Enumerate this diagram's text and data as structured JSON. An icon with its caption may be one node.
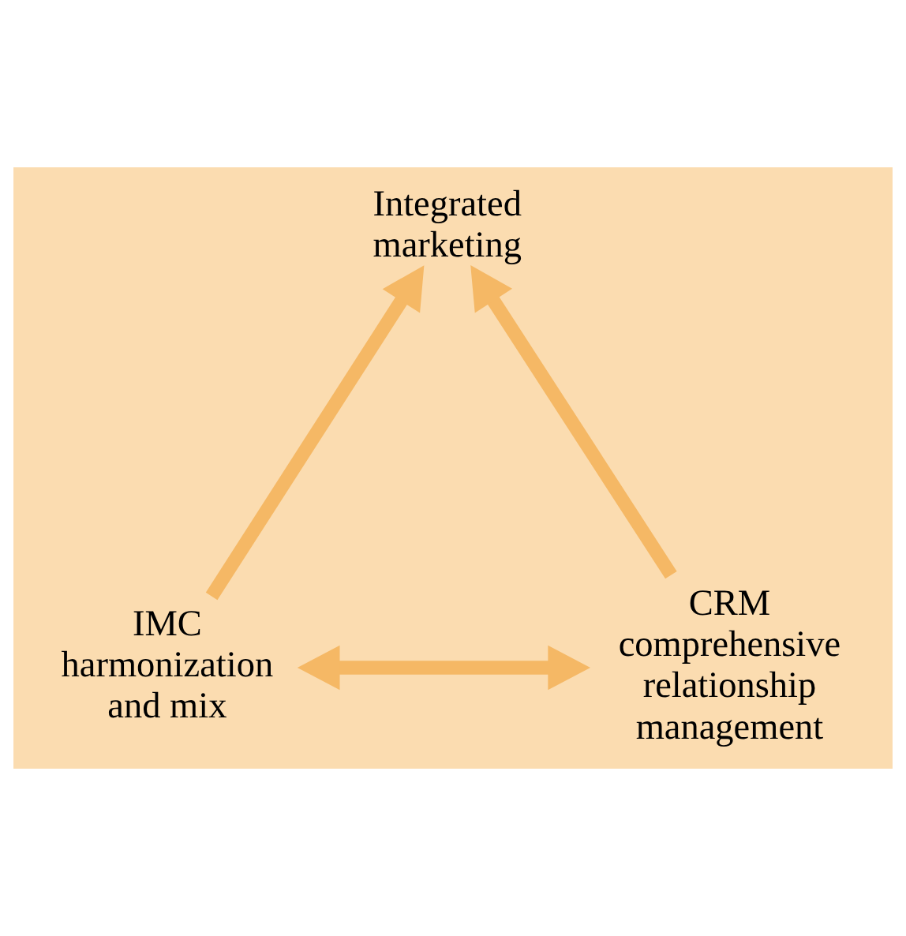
{
  "diagram": {
    "nodes": [
      {
        "text": [
          "Integrated marketing"
        ]
      },
      {
        "text": [
          "IMC harmonization and mix"
        ]
      },
      {
        "text": [
          "CRM comprehensive relationship management"
        ]
      }
    ],
    "edges": [
      {
        "from": 1,
        "to": 0,
        "arrow": "to"
      },
      {
        "from": 2,
        "to": 0,
        "arrow": "to"
      },
      {
        "from": 1,
        "to": 2,
        "arrow": "both"
      }
    ]
  }
}
